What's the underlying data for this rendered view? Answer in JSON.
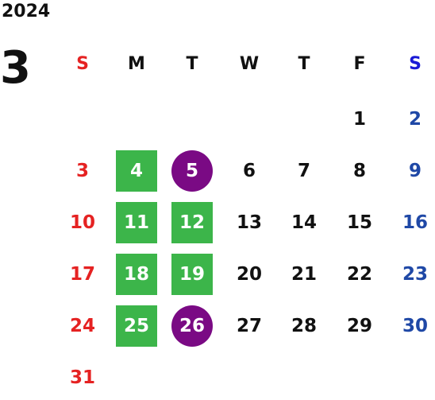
{
  "calendar": {
    "year": "2024",
    "month": "3",
    "weekdays": [
      "S",
      "M",
      "T",
      "W",
      "T",
      "F",
      "S"
    ],
    "first_day_column": 5,
    "days_in_month": 31,
    "highlight_green": [
      4,
      11,
      12,
      18,
      19,
      25
    ],
    "highlight_purple": [
      5,
      26
    ],
    "colors": {
      "sunday": "#e52222",
      "saturday": "#1f48a6",
      "saturday_header": "#1a1ad6",
      "green": "#3cb54a",
      "purple": "#7a0a84"
    }
  }
}
